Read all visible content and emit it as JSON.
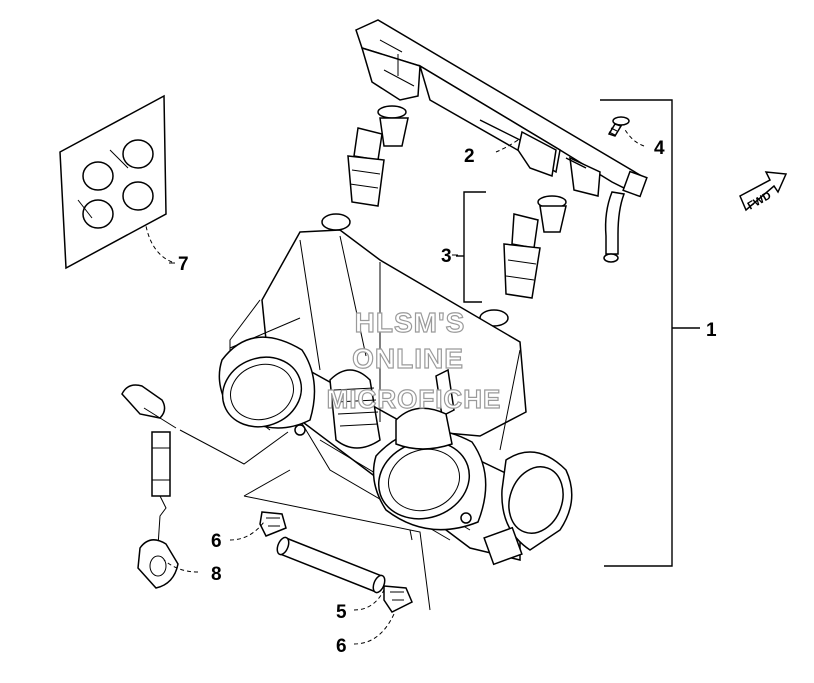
{
  "callouts": {
    "c1": "1",
    "c2": "2",
    "c3": "3",
    "c4": "4",
    "c5": "5",
    "c6a": "6",
    "c6b": "6",
    "c7": "7",
    "c8": "8"
  },
  "watermark": {
    "line1": "HLSM'S",
    "line2": "ONLINE",
    "line3": "MICROFICHE"
  },
  "fwd_arrow": {
    "label": "FWD",
    "icon": "forward-arrow-icon"
  },
  "colors": {
    "ink": "#000000",
    "watermark": "#9a9a9a",
    "background": "#ffffff"
  }
}
